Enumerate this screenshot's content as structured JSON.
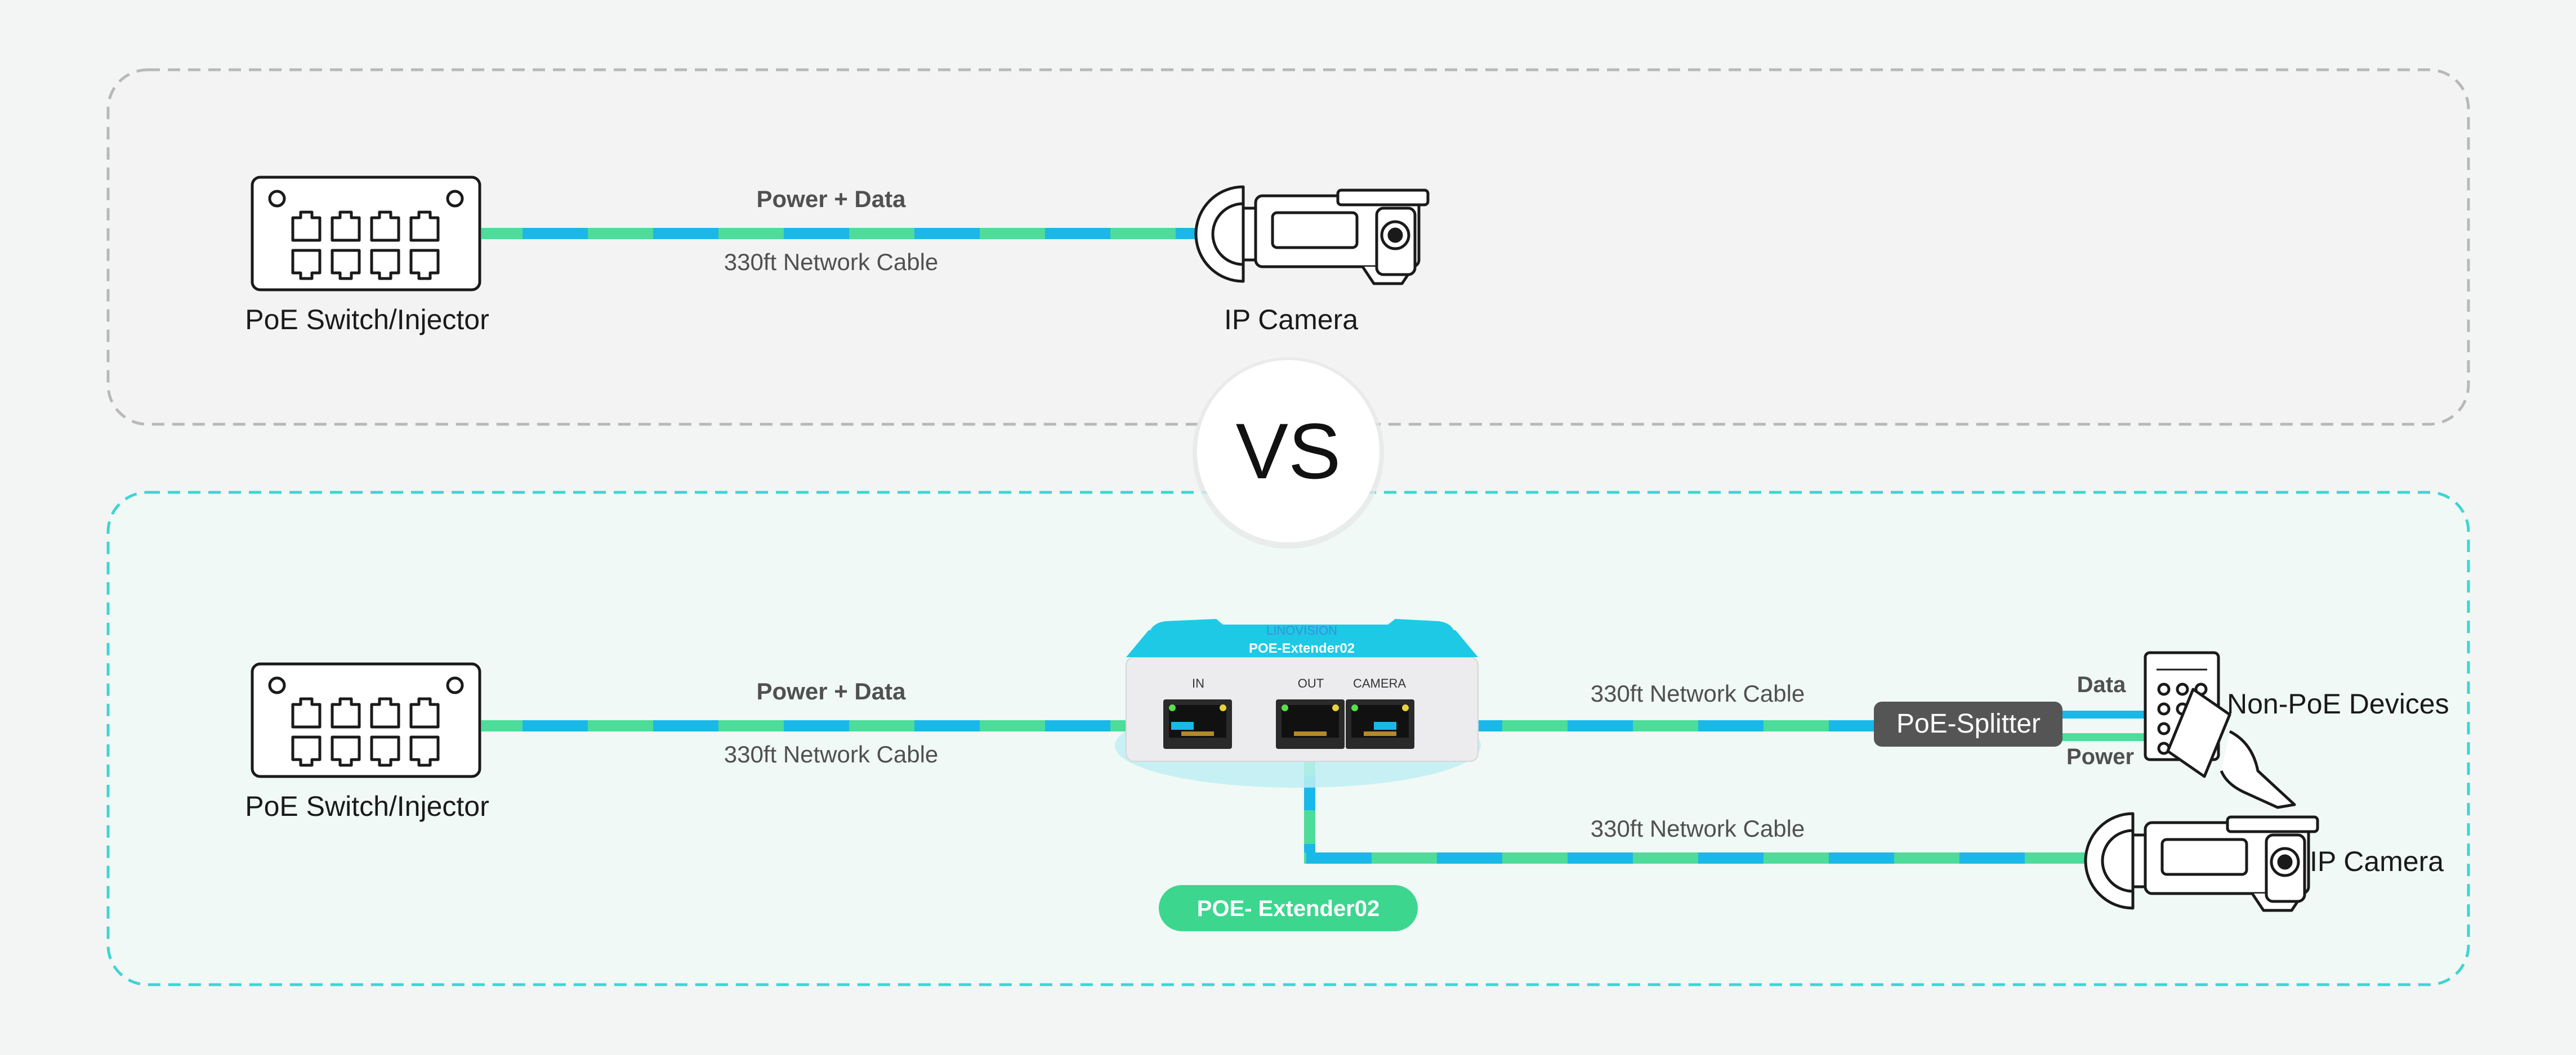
{
  "top_panel": {
    "switch_label": "PoE Switch/Injector",
    "cable_top_label": "Power + Data",
    "cable_bottom_label": "330ft Network Cable",
    "camera_label": "IP Camera"
  },
  "vs_label": "VS",
  "bottom_panel": {
    "switch_label": "PoE Switch/Injector",
    "cable_top_label": "Power + Data",
    "cable_bottom_label": "330ft Network Cable",
    "extender": {
      "brand": "LINOVISION",
      "model": "POE-Extender02",
      "port_in": "IN",
      "port_out": "OUT",
      "port_camera": "CAMERA",
      "badge": "POE- Extender02"
    },
    "camera_cable_label": "330ft Network Cable",
    "splitter_label": "PoE-Splitter",
    "data_label": "Data",
    "power_label": "Power",
    "nonpoe_label": "Non-PoE Devices",
    "out_cable_label": "330ft Network Cable",
    "camera_label": "IP Camera"
  },
  "colors": {
    "cable_blue": "#1ab8e8",
    "cable_green": "#4ddc9a",
    "badge_green": "#3dd68f",
    "splitter_bg": "#555555",
    "top_panel_border": "#b8b8b8",
    "bottom_panel_border": "#3ed4d4"
  }
}
